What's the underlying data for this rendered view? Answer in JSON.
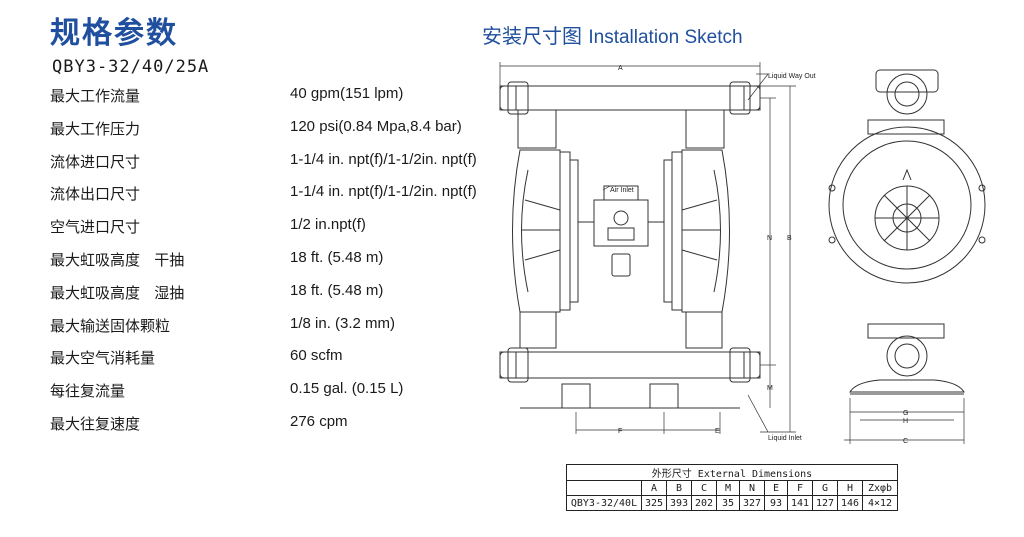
{
  "header": {
    "title": "规格参数",
    "model": "QBY3-32/40/25A"
  },
  "specs": [
    {
      "label": "最大工作流量",
      "value": "40 gpm(151 lpm)"
    },
    {
      "label": "最大工作压力",
      "value": "120 psi(0.84 Mpa,8.4 bar)"
    },
    {
      "label": "流体进口尺寸",
      "value": "1-1/4 in. npt(f)/1-1/2in. npt(f)"
    },
    {
      "label": "流体出口尺寸",
      "value": "1-1/4 in. npt(f)/1-1/2in. npt(f)"
    },
    {
      "label": "空气进口尺寸",
      "value": "1/2 in.npt(f)"
    },
    {
      "label": "最大虹吸高度   干抽",
      "value": "18 ft. (5.48 m)"
    },
    {
      "label": "最大虹吸高度   湿抽",
      "value": "18 ft. (5.48 m)"
    },
    {
      "label": "最大输送固体颗粒",
      "value": "1/8 in. (3.2 mm)"
    },
    {
      "label": "最大空气消耗量",
      "value": "60 scfm"
    },
    {
      "label": "每往复流量",
      "value": "0.15 gal. (0.15 L)"
    },
    {
      "label": "最大往复速度",
      "value": "276 cpm"
    }
  ],
  "sketch": {
    "title_cn": "安装尺寸图",
    "title_en": "Installation Sketch",
    "liquid_way_out": "Liquid Way Out",
    "liquid_inlet": "Liquid Inlet",
    "air_inlet": "Air Inlet",
    "dim_a": "A",
    "dim_b": "B",
    "dim_c": "C",
    "dim_e": "E",
    "dim_f": "F",
    "dim_g": "G",
    "dim_h": "H",
    "dim_m": "M",
    "dim_n": "N"
  },
  "dimensions_table": {
    "caption": "外形尺寸 External Dimensions",
    "headers": [
      "",
      "A",
      "B",
      "C",
      "M",
      "N",
      "E",
      "F",
      "G",
      "H",
      "Zxφb"
    ],
    "row": [
      "QBY3-32/40L",
      "325",
      "393",
      "202",
      "35",
      "327",
      "93",
      "141",
      "127",
      "146",
      "4×12"
    ]
  }
}
